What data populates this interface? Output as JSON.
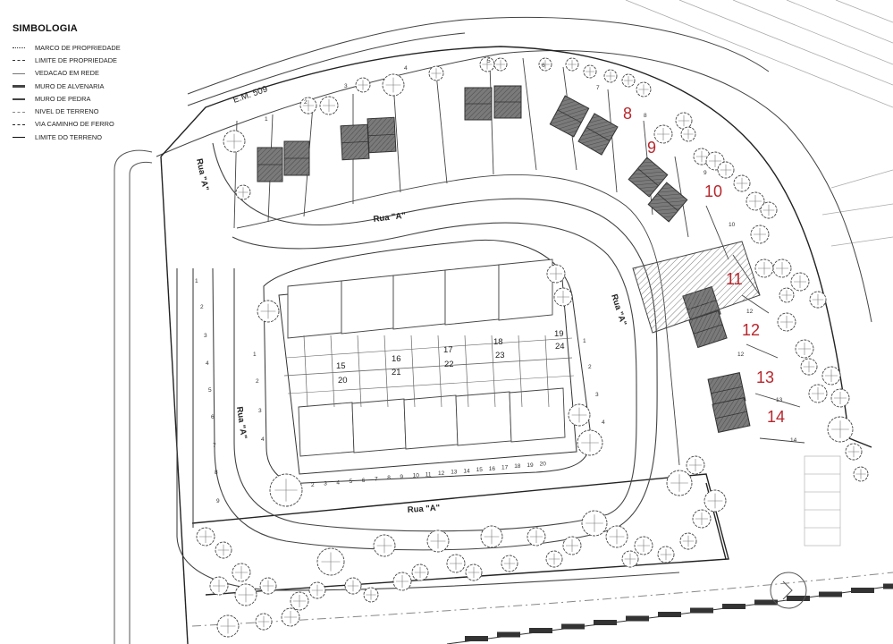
{
  "legend": {
    "title": "SIMBOLOGIA",
    "items": [
      {
        "label": "MARCO DE PROPRIEDADE",
        "style": "dots"
      },
      {
        "label": "LIMITE DE PROPRIEDADE",
        "style": "dash"
      },
      {
        "label": "VEDACAO EM REDE",
        "style": "thin"
      },
      {
        "label": "MURO DE ALVENARIA",
        "style": "thick"
      },
      {
        "label": "MURO DE PEDRA",
        "style": "medium"
      },
      {
        "label": "NIVEL DE TERRENO",
        "style": "dashdot"
      },
      {
        "label": "VIA CAMINHO DE FERRO",
        "style": "rail"
      },
      {
        "label": "LIMITE DO TERRENO",
        "style": "solid"
      }
    ]
  },
  "roads": {
    "em": "E.M. 509",
    "rua": "Rua \"A\""
  },
  "lots": {
    "highlighted": [
      "8",
      "9",
      "10",
      "11",
      "12",
      "13",
      "14"
    ],
    "top_row": [
      "1",
      "2",
      "3",
      "4",
      "5",
      "6",
      "7",
      "8",
      "9",
      "10"
    ],
    "right_side": [
      "12",
      "12",
      "13",
      "14"
    ],
    "center_upper": [
      "15",
      "16",
      "17",
      "18",
      "19"
    ],
    "center_lower": [
      "20",
      "21",
      "22",
      "23",
      "24"
    ],
    "left_inner": [
      "1",
      "2",
      "3",
      "4"
    ],
    "left_outer": [
      "1",
      "2",
      "3",
      "4",
      "5",
      "6",
      "7",
      "8",
      "9"
    ],
    "bottom_parking": [
      "2",
      "3",
      "4",
      "5",
      "6",
      "7",
      "8",
      "9",
      "10",
      "11",
      "12",
      "13",
      "14",
      "15",
      "16",
      "17",
      "18",
      "19",
      "20"
    ],
    "right_parking": [
      "1",
      "2",
      "3",
      "4"
    ]
  },
  "colors": {
    "highlight_number": "#b8262c",
    "roof": "#6e6e6e",
    "line": "#333333"
  }
}
